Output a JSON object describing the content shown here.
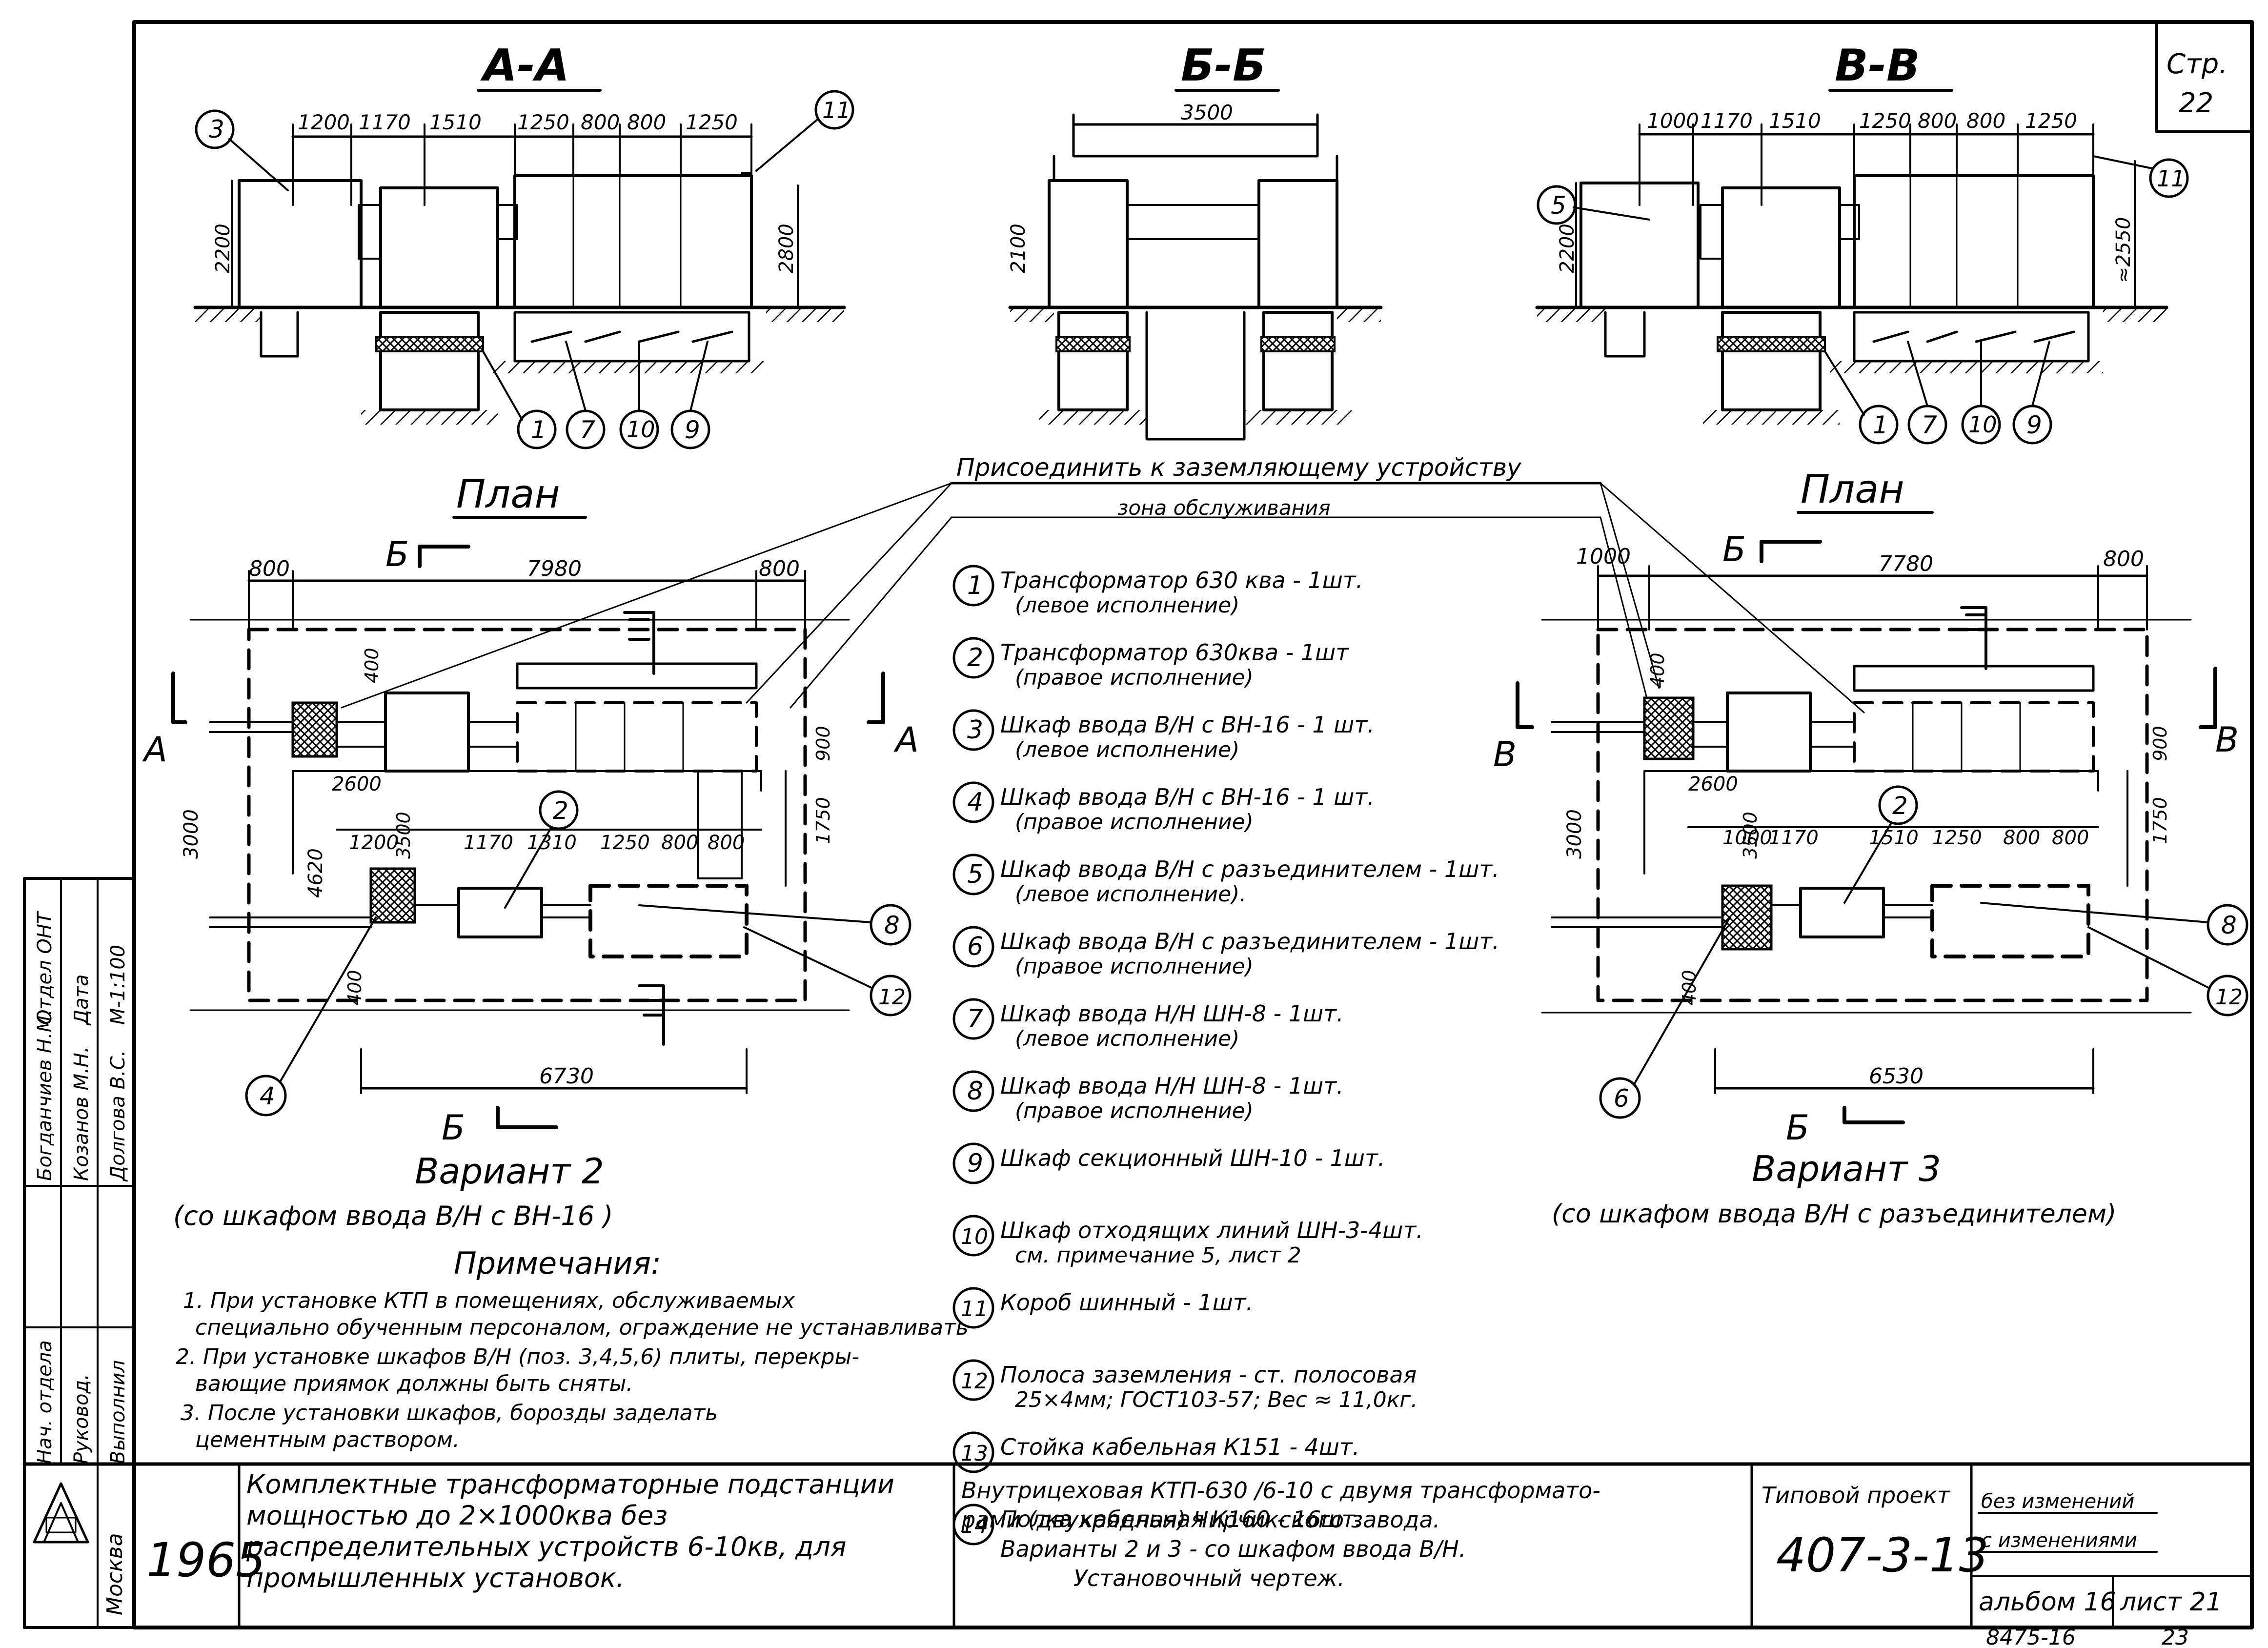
{
  "page_label": {
    "line1": "Стр.",
    "line2": "22"
  },
  "sections": {
    "aa": {
      "title": "А-А",
      "dims": [
        "1200",
        "1170",
        "1510",
        "1250",
        "800",
        "800",
        "1250"
      ],
      "h_left": "2200",
      "h_right": "2800",
      "callouts": [
        "3",
        "11",
        "1",
        "7",
        "10",
        "9"
      ]
    },
    "bb": {
      "title": "Б-Б",
      "dim": "3500",
      "h": "2100"
    },
    "vv": {
      "title": "В-В",
      "dims": [
        "1000",
        "1170",
        "1510",
        "1250",
        "800",
        "800",
        "1250"
      ],
      "h_left": "2200",
      "h_right": "≈2550",
      "callouts": [
        "5",
        "11",
        "1",
        "7",
        "10",
        "9"
      ]
    }
  },
  "ground_note": "Присоединить к заземляющему устройству",
  "zone_note": "зона обслуживания",
  "plan_left": {
    "title": "План",
    "cut_top": "Б",
    "cut_bottom": "Б",
    "cut_left": "А",
    "cut_right": "А",
    "dim_top_left": "800",
    "dim_top_mid": "7980",
    "dim_top_right": "800",
    "dim_bottom": "6730",
    "dims": [
      "2600",
      "3500",
      "1170",
      "1310",
      "1250",
      "800",
      "800",
      "1200",
      "400",
      "400",
      "3000",
      "4620",
      "900",
      "1750"
    ],
    "callouts": [
      "2",
      "8",
      "12",
      "4"
    ],
    "variant": "Вариант 2",
    "variant_sub": "(со шкафом ввода В/Н с ВН-16 )"
  },
  "plan_right": {
    "title": "План",
    "cut_top": "Б",
    "cut_bottom": "Б",
    "cut_left": "В",
    "cut_right": "В",
    "dim_top_left": "1000",
    "dim_top_mid": "7780",
    "dim_top_right": "800",
    "dim_bottom": "6530",
    "dims": [
      "2600",
      "3500",
      "1000",
      "1170",
      "1510",
      "1250",
      "800",
      "800",
      "400",
      "400",
      "3000",
      "900",
      "1750"
    ],
    "callouts": [
      "2",
      "8",
      "12",
      "6"
    ],
    "variant": "Вариант 3",
    "variant_sub": "(со шкафом ввода В/Н с разъединителем)"
  },
  "legend": [
    {
      "num": "1",
      "text": "Трансформатор 630 ква - 1шт.",
      "sub": "(левое исполнение)"
    },
    {
      "num": "2",
      "text": "Трансформатор 630ква - 1шт",
      "sub": "(правое исполнение)"
    },
    {
      "num": "3",
      "text": "Шкаф ввода В/Н с ВН-16 - 1 шт.",
      "sub": "(левое исполнение)"
    },
    {
      "num": "4",
      "text": "Шкаф ввода В/Н с ВН-16 - 1 шт.",
      "sub": "(правое исполнение)"
    },
    {
      "num": "5",
      "text": "Шкаф ввода В/Н с разъединителем - 1шт.",
      "sub": "(левое исполнение)."
    },
    {
      "num": "6",
      "text": "Шкаф ввода В/Н с разъединителем - 1шт.",
      "sub": "(правое исполнение)"
    },
    {
      "num": "7",
      "text": "Шкаф ввода Н/Н ШН-8 - 1шт.",
      "sub": "(левое исполнение)"
    },
    {
      "num": "8",
      "text": "Шкаф ввода Н/Н ШН-8 - 1шт.",
      "sub": "(правое исполнение)"
    },
    {
      "num": "9",
      "text": "Шкаф секционный ШН-10 - 1шт.",
      "sub": ""
    },
    {
      "num": "10",
      "text": "Шкаф отходящих линий ШН-3-4шт.",
      "sub": "см. примечание 5, лист 2"
    },
    {
      "num": "11",
      "text": "Короб шинный - 1шт.",
      "sub": ""
    },
    {
      "num": "12",
      "text": "Полоса заземления - ст. полосовая",
      "sub": "25×4мм; ГОСТ103-57; Вес ≈ 11,0кг."
    },
    {
      "num": "13",
      "text": "Стойка кабельная К151 - 4шт.",
      "sub": ""
    },
    {
      "num": "14",
      "text": "Полка кабельная К160 - 16шт.",
      "sub": ""
    }
  ],
  "notes": {
    "title": "Примечания:",
    "lines": [
      "1. При установке КТП в помещениях, обслуживаемых",
      "специально обученным персоналом, ограждение не устанавливать",
      "2. При установке шкафов В/Н (поз. 3,4,5,6) плиты, перекры-",
      "вающие приямок должны быть сняты.",
      "3. После установки шкафов, борозды заделать",
      "цементным раствором."
    ]
  },
  "side_stamp": {
    "rows": [
      {
        "role": "Нач. отдела",
        "name": "Богданчиев Н.М.",
        "extra": "Отдел ОНТ"
      },
      {
        "role": "Руковод.",
        "name": "Козанов М.Н.",
        "extra": "Дата"
      },
      {
        "role": "Выполнил",
        "name": "Долгова В.С.",
        "extra": "М-1:100"
      }
    ]
  },
  "title_block": {
    "city": "Москва",
    "year": "1965",
    "album_title": "Комплектные трансформаторные подстанции мощностью до 2×1000ква без распределительных устройств 6-10кв, для промышленных установок.",
    "drawing_title_1": "Внутрицеховая КТП-630 /6-10 с двумя трансформато-",
    "drawing_title_2": "рами (двухрядная)    Чирчикского завода.",
    "drawing_title_3": "Варианты 2 и 3 - со шкафом ввода В/Н.",
    "drawing_title_4": "Установочный чертеж.",
    "project_label": "Типовой проект",
    "project_number": "407-3-13",
    "changes_1": "без изменений",
    "changes_2": "с изменениями",
    "album": "альбом 16",
    "sheet": "лист 21"
  },
  "bottom_numbers": {
    "left": "8475-16",
    "right": "23"
  }
}
